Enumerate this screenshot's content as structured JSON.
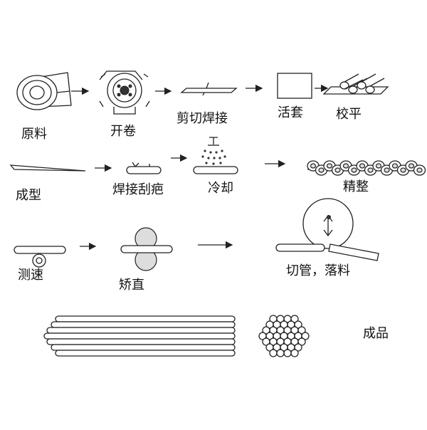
{
  "steps": {
    "raw_material": "原料",
    "uncoiling": "开卷",
    "shear_weld": "剪切焊接",
    "looper": "活套",
    "leveling": "校平",
    "forming": "成型",
    "weld_scrape": "焊接刮疤",
    "cooling": "冷却",
    "sizing": "精整",
    "speed_measure": "测速",
    "straightening": "矫直",
    "cutting": "切管，落料",
    "finished": "成品"
  }
}
